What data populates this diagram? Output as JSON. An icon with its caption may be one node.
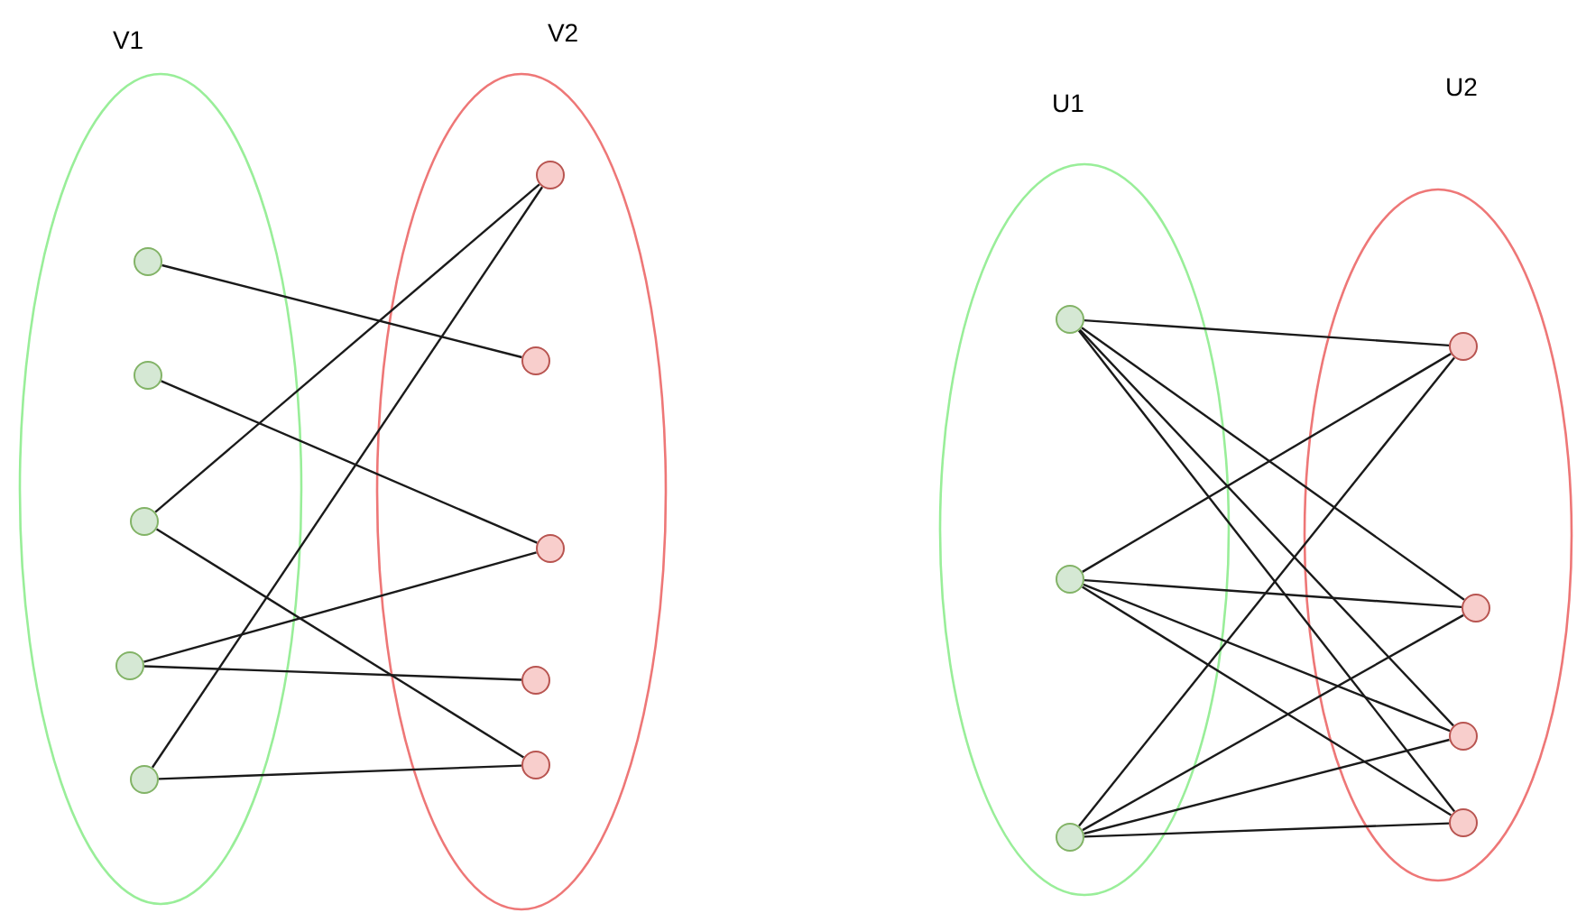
{
  "diagram": {
    "nodes": [
      {
        "text": [
          "V1"
        ]
      },
      {
        "text": [
          "V2"
        ]
      },
      {
        "text": [],
        "shape": "circle",
        "in": 0
      },
      {
        "text": [],
        "shape": "circle",
        "in": 0
      },
      {
        "text": [],
        "shape": "circle",
        "in": 0
      },
      {
        "text": [],
        "shape": "circle",
        "in": 0
      },
      {
        "text": [],
        "shape": "circle",
        "in": 0
      },
      {
        "text": [],
        "shape": "circle",
        "in": 1
      },
      {
        "text": [],
        "shape": "circle",
        "in": 1
      },
      {
        "text": [],
        "shape": "circle",
        "in": 1
      },
      {
        "text": [],
        "shape": "circle",
        "in": 1
      },
      {
        "text": [],
        "shape": "circle",
        "in": 1
      },
      {
        "text": [
          "U1"
        ]
      },
      {
        "text": [
          "U2"
        ]
      },
      {
        "text": [],
        "shape": "circle",
        "in": 12
      },
      {
        "text": [],
        "shape": "circle",
        "in": 12
      },
      {
        "text": [],
        "shape": "circle",
        "in": 12
      },
      {
        "text": [],
        "shape": "circle",
        "in": 13
      },
      {
        "text": [],
        "shape": "circle",
        "in": 13
      },
      {
        "text": [],
        "shape": "circle",
        "in": 13
      },
      {
        "text": [],
        "shape": "circle",
        "in": 13
      }
    ],
    "edges": [
      {
        "from": 2,
        "to": 8,
        "arrow": "none"
      },
      {
        "from": 3,
        "to": 9,
        "arrow": "none"
      },
      {
        "from": 4,
        "to": 7,
        "arrow": "none"
      },
      {
        "from": 4,
        "to": 11,
        "arrow": "none"
      },
      {
        "from": 5,
        "to": 9,
        "arrow": "none"
      },
      {
        "from": 5,
        "to": 10,
        "arrow": "none"
      },
      {
        "from": 6,
        "to": 7,
        "arrow": "none"
      },
      {
        "from": 6,
        "to": 11,
        "arrow": "none"
      },
      {
        "from": 14,
        "to": 17,
        "arrow": "none"
      },
      {
        "from": 14,
        "to": 18,
        "arrow": "none"
      },
      {
        "from": 14,
        "to": 19,
        "arrow": "none"
      },
      {
        "from": 14,
        "to": 20,
        "arrow": "none"
      },
      {
        "from": 15,
        "to": 17,
        "arrow": "none"
      },
      {
        "from": 15,
        "to": 18,
        "arrow": "none"
      },
      {
        "from": 15,
        "to": 19,
        "arrow": "none"
      },
      {
        "from": 15,
        "to": 20,
        "arrow": "none"
      },
      {
        "from": 16,
        "to": 17,
        "arrow": "none"
      },
      {
        "from": 16,
        "to": 18,
        "arrow": "none"
      },
      {
        "from": 16,
        "to": 19,
        "arrow": "none"
      },
      {
        "from": 16,
        "to": 20,
        "arrow": "none"
      }
    ]
  }
}
